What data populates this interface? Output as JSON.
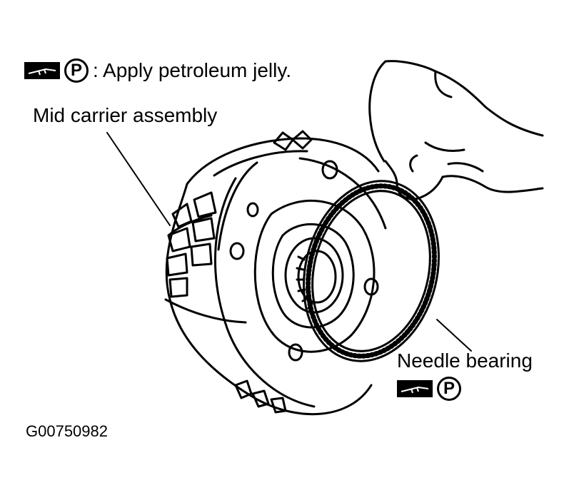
{
  "legend": {
    "symbol_icon": "jelly-applicator-icon",
    "circle_letter": "P",
    "text": ": Apply petroleum jelly."
  },
  "labels": {
    "mid_carrier": "Mid carrier assembly",
    "needle_bearing": "Needle bearing",
    "needle_symbol_letter": "P"
  },
  "figure_id": "G00750982"
}
